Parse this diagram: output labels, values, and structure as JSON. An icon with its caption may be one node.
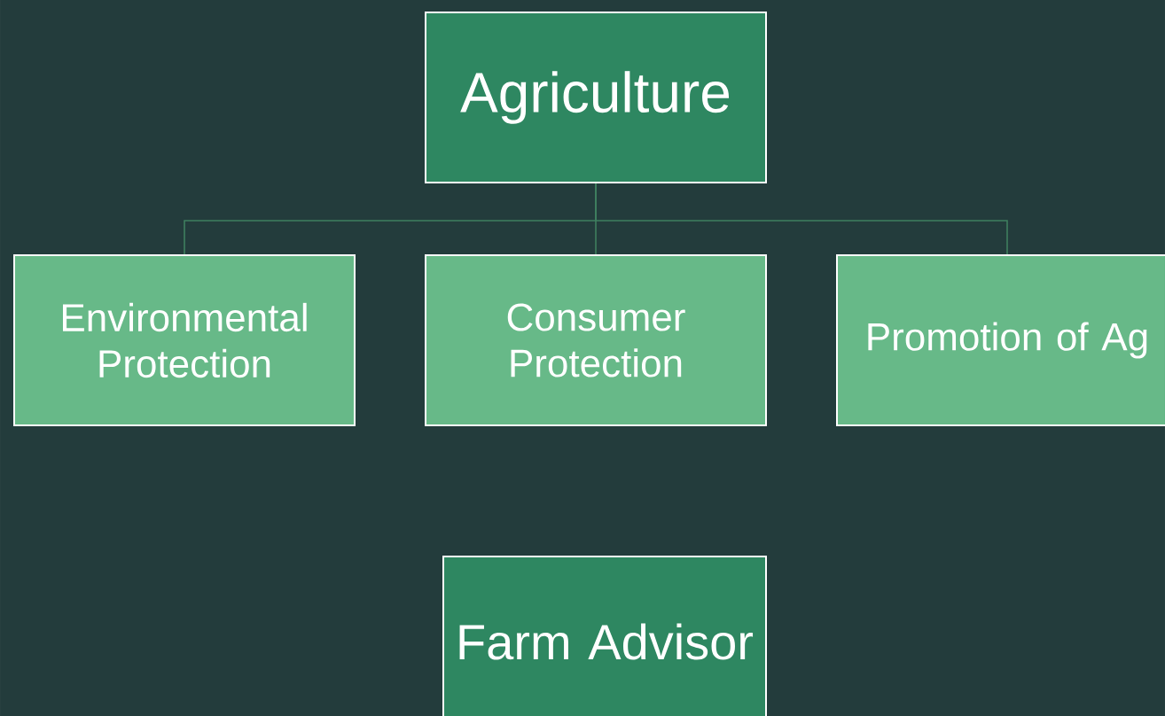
{
  "diagram": {
    "nodes": [
      {
        "text": [
          "Agriculture"
        ]
      },
      {
        "text": [
          "Environmental Protection"
        ]
      },
      {
        "text": [
          "Consumer Protection"
        ]
      },
      {
        "text": [
          "Promotion of Ag"
        ]
      },
      {
        "text": [
          "Farm Advisor"
        ]
      }
    ],
    "edges": [
      {
        "from": 0,
        "to": 1,
        "arrow": "none"
      },
      {
        "from": 0,
        "to": 2,
        "arrow": "none"
      },
      {
        "from": 0,
        "to": 3,
        "arrow": "none"
      }
    ]
  }
}
